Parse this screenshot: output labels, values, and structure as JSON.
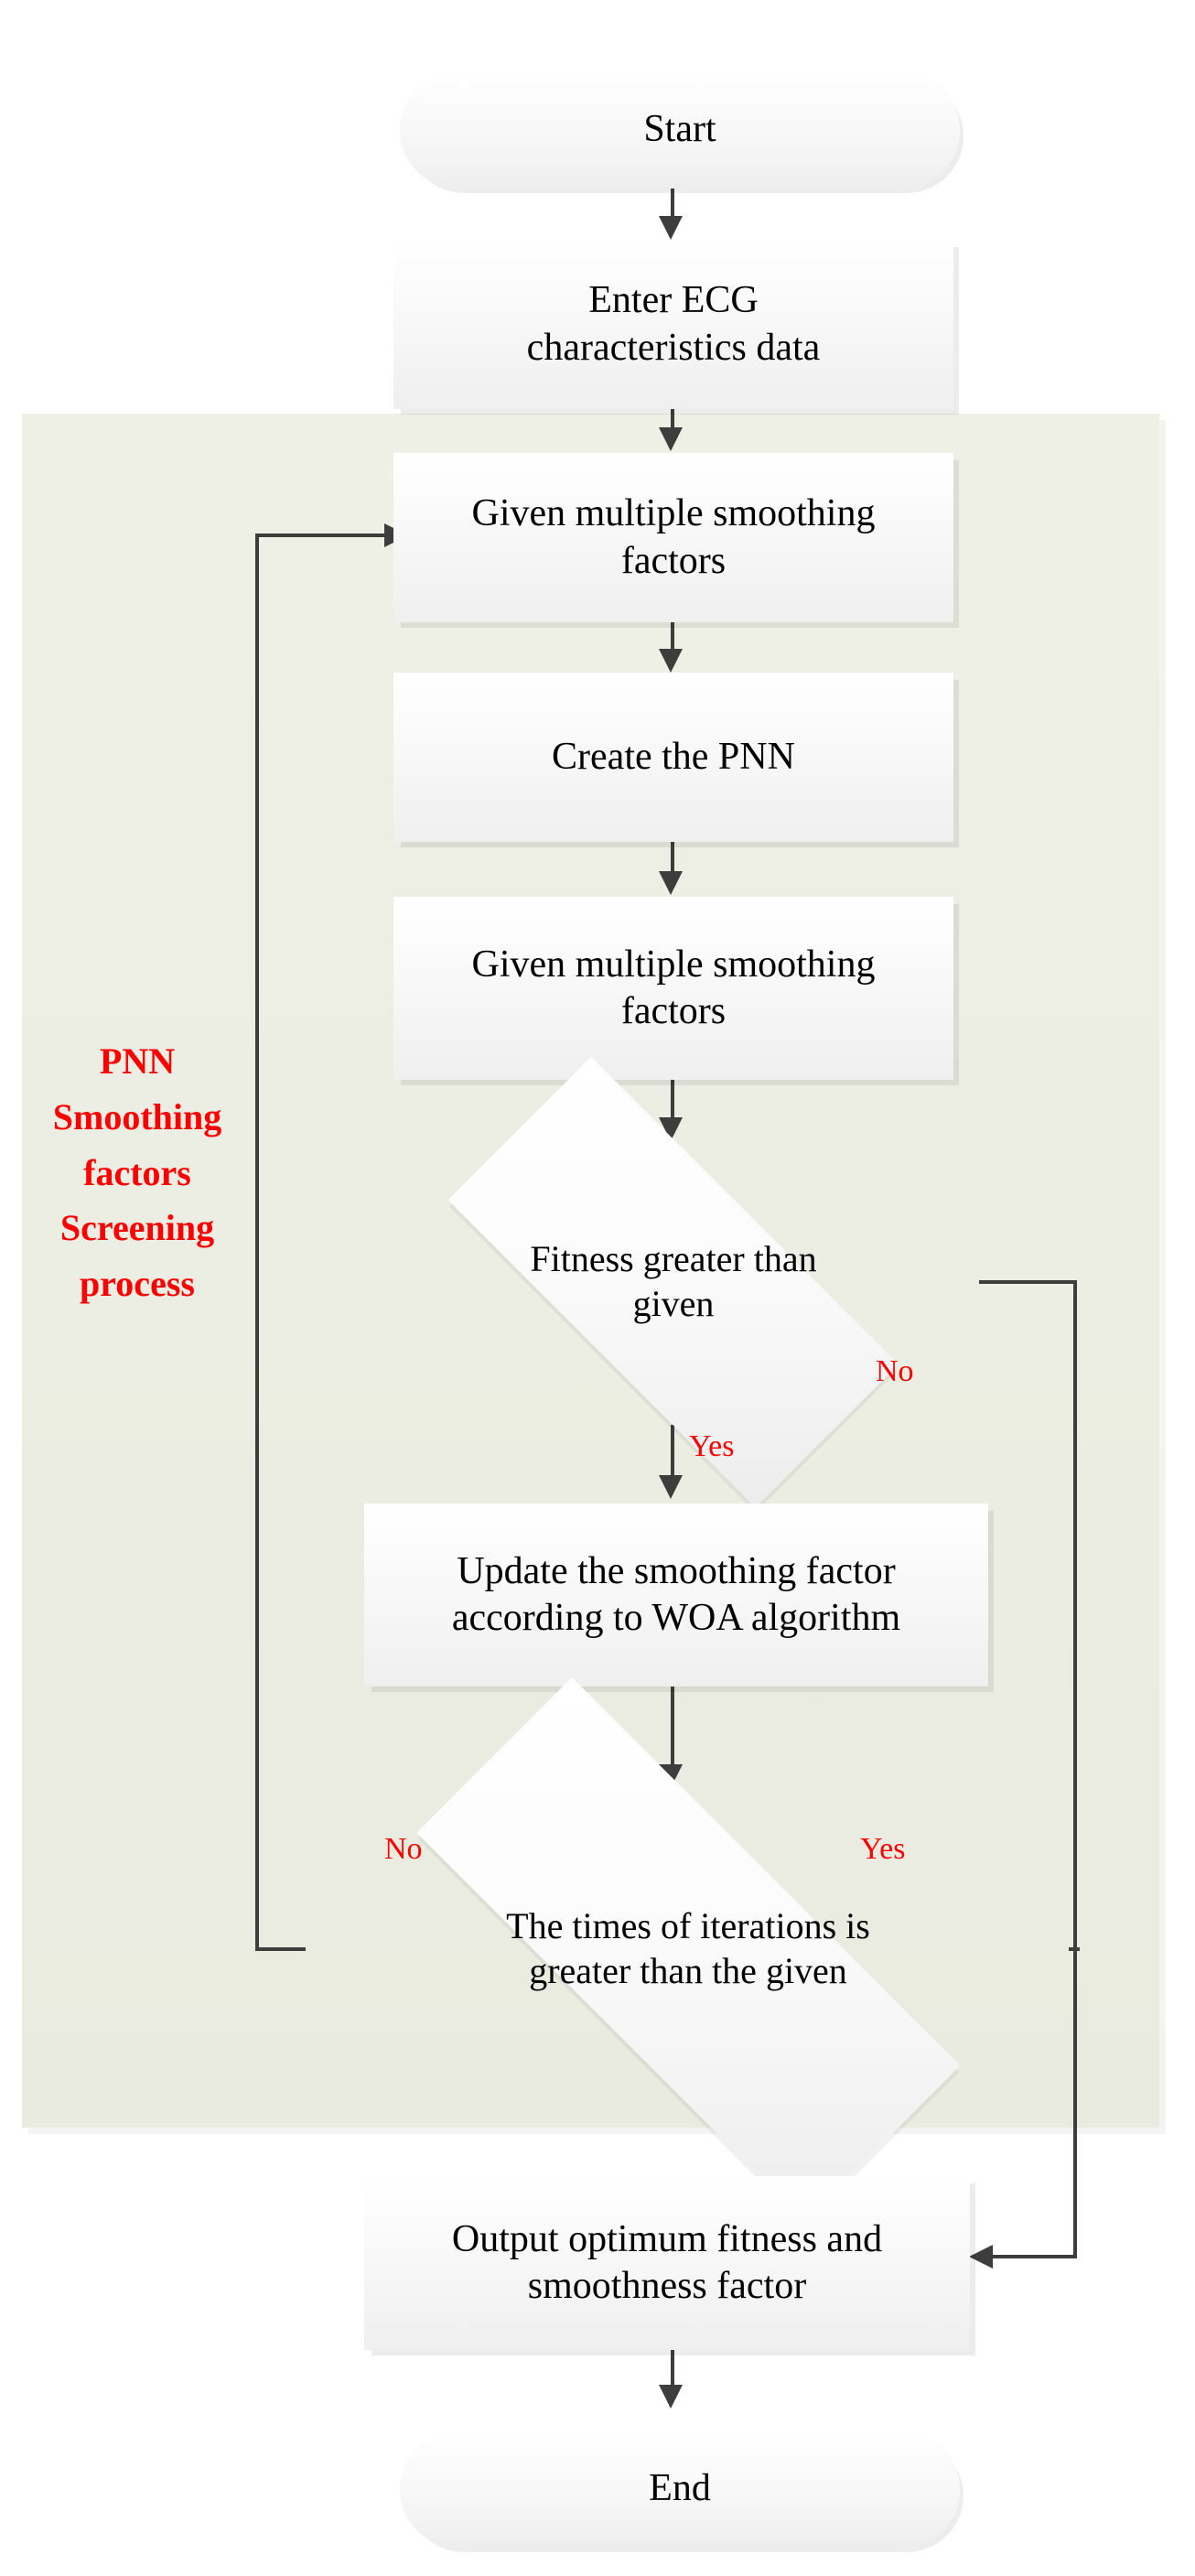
{
  "figure": {
    "kind": "flowchart",
    "background_color": "#ffffff",
    "accent_color": "#ff0000",
    "wire_color": "#3d3d3d",
    "region_color": "#eceee3"
  },
  "region": {
    "caption": "PNN\nSmoothing\nfactors\nScreening\nprocess"
  },
  "nodes": {
    "start": {
      "text": "Start",
      "shape": "terminator"
    },
    "enter_data": {
      "text": "Enter ECG\ncharacteristics data",
      "shape": "process"
    },
    "given_factors_1": {
      "text": "Given multiple smoothing\nfactors",
      "shape": "process"
    },
    "create_pnn": {
      "text": "Create the PNN",
      "shape": "process"
    },
    "given_factors_2": {
      "text": "Given multiple smoothing\nfactors",
      "shape": "process"
    },
    "fitness_decision": {
      "text": "Fitness greater than\ngiven",
      "shape": "decision"
    },
    "update_factor": {
      "text": "Update the smoothing factor\naccording to WOA algorithm",
      "shape": "process"
    },
    "iteration_decision": {
      "text": "The times of iterations is\ngreater than the given",
      "shape": "decision"
    },
    "output": {
      "text": "Output optimum fitness and\nsmoothness factor",
      "shape": "process"
    },
    "end": {
      "text": "End",
      "shape": "terminator"
    }
  },
  "edge_labels": {
    "fitness_no": "No",
    "fitness_yes": "Yes",
    "iteration_no": "No",
    "iteration_yes": "Yes"
  }
}
